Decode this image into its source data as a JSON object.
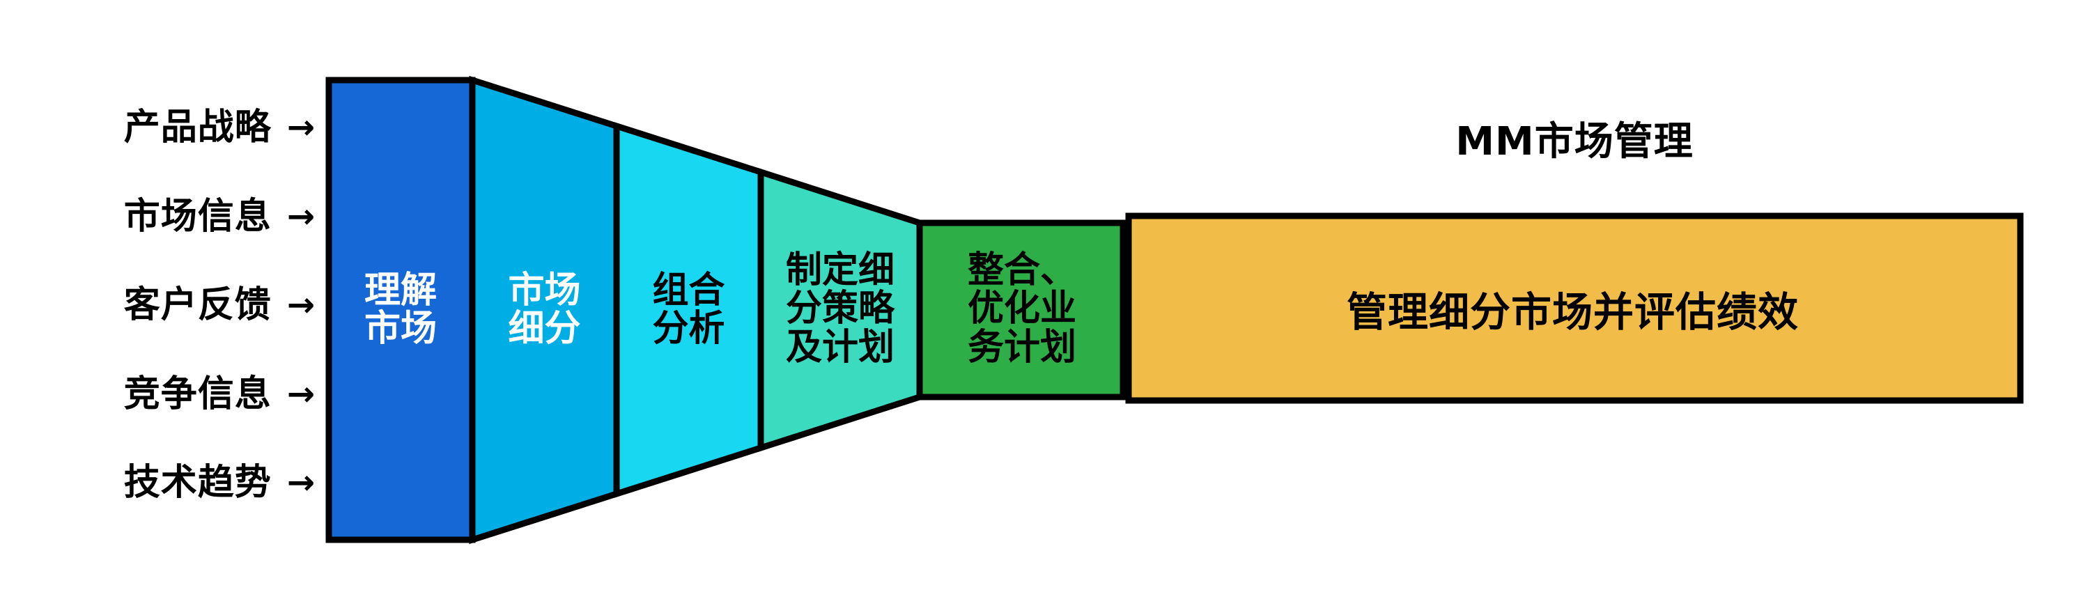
{
  "diagram": {
    "title": "MM市场管理",
    "background_color": "#ffffff",
    "outline_color": "#000000"
  },
  "inputs": {
    "arrow_glyph": "→",
    "items": [
      {
        "label": "产品战略",
        "arrow": "→"
      },
      {
        "label": "市场信息",
        "arrow": "→"
      },
      {
        "label": "客户反馈",
        "arrow": "→"
      },
      {
        "label": "竞争信息",
        "arrow": "→"
      },
      {
        "label": "技术趋势",
        "arrow": "→"
      }
    ]
  },
  "funnel": {
    "stages": [
      {
        "id": "stage-1",
        "lines": [
          "理解",
          "市场"
        ],
        "line1": "理解",
        "line2": "市场",
        "fill": "#1668D6",
        "text_color": "#ffffff"
      },
      {
        "id": "stage-2",
        "lines": [
          "市场",
          "细分"
        ],
        "line1": "市场",
        "line2": "细分",
        "fill": "#00AEE6",
        "text_color": "#ffffff"
      },
      {
        "id": "stage-3",
        "lines": [
          "组合",
          "分析"
        ],
        "line1": "组合",
        "line2": "分析",
        "fill": "#18D7F0",
        "text_color": "#000000"
      },
      {
        "id": "stage-4",
        "lines": [
          "制定细",
          "分策略",
          "及计划"
        ],
        "line1": "制定细",
        "line2": "分策略",
        "line3": "及计划",
        "fill": "#3ADBBE",
        "text_color": "#000000"
      },
      {
        "id": "stage-5",
        "lines": [
          "整合、",
          "优化业",
          "务计划"
        ],
        "line1": "整合、",
        "line2": "优化业",
        "line3": "务计划",
        "fill": "#2EAE46",
        "text_color": "#000000"
      }
    ]
  },
  "outcome": {
    "label": "管理细分市场并评估绩效",
    "fill": "#F2BC49",
    "text_color": "#000000"
  }
}
